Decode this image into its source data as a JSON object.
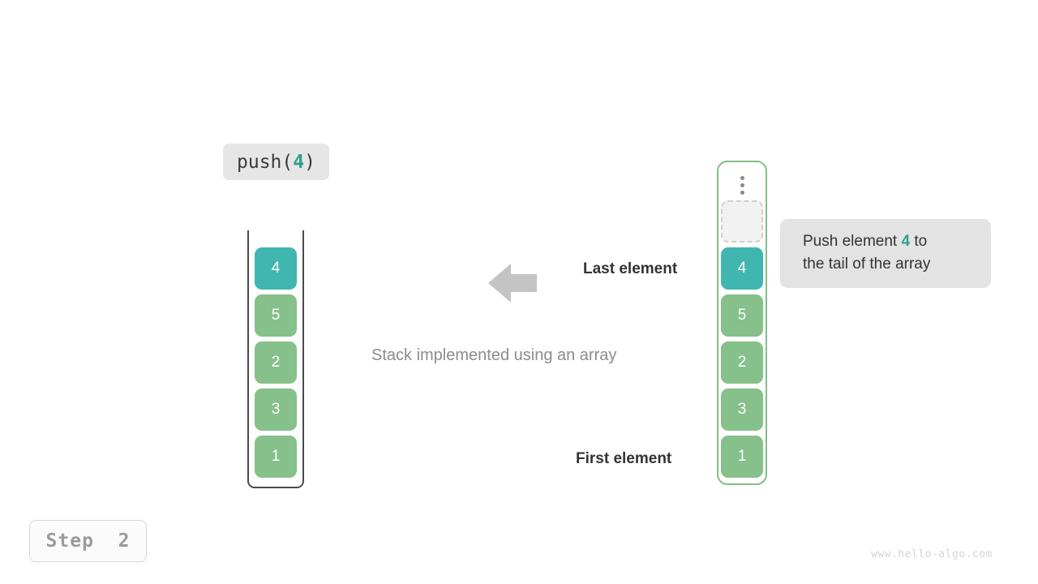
{
  "operation": {
    "code_prefix": "push(",
    "code_arg": "4",
    "code_suffix": ")"
  },
  "stack": {
    "title": "Stack implemented using an array",
    "cells": [
      {
        "value": "4",
        "color": "teal"
      },
      {
        "value": "5",
        "color": "green"
      },
      {
        "value": "2",
        "color": "green"
      },
      {
        "value": "3",
        "color": "green"
      },
      {
        "value": "1",
        "color": "green"
      }
    ]
  },
  "array": {
    "ellipsis": "vertical-ellipsis",
    "placeholder": "",
    "cells": [
      {
        "value": "4",
        "color": "teal"
      },
      {
        "value": "5",
        "color": "green"
      },
      {
        "value": "2",
        "color": "green"
      },
      {
        "value": "3",
        "color": "green"
      },
      {
        "value": "1",
        "color": "green"
      }
    ]
  },
  "labels": {
    "last_element": "Last element",
    "first_element": "First element"
  },
  "annotation": {
    "line1_prefix": "Push element ",
    "line1_accent": "4",
    "line1_suffix": " to",
    "line2": "the tail of the array"
  },
  "step": {
    "label": "Step  2"
  },
  "watermark": "www.hello-algo.com",
  "colors": {
    "teal": "#40b6b0",
    "green": "#86c08a",
    "accent_text": "#2f9e91",
    "arrow": "#c4c4c4",
    "bubble_bg": "#e3e3e3",
    "vessel_border": "#4a4a4a",
    "array_border": "#82bf87"
  }
}
